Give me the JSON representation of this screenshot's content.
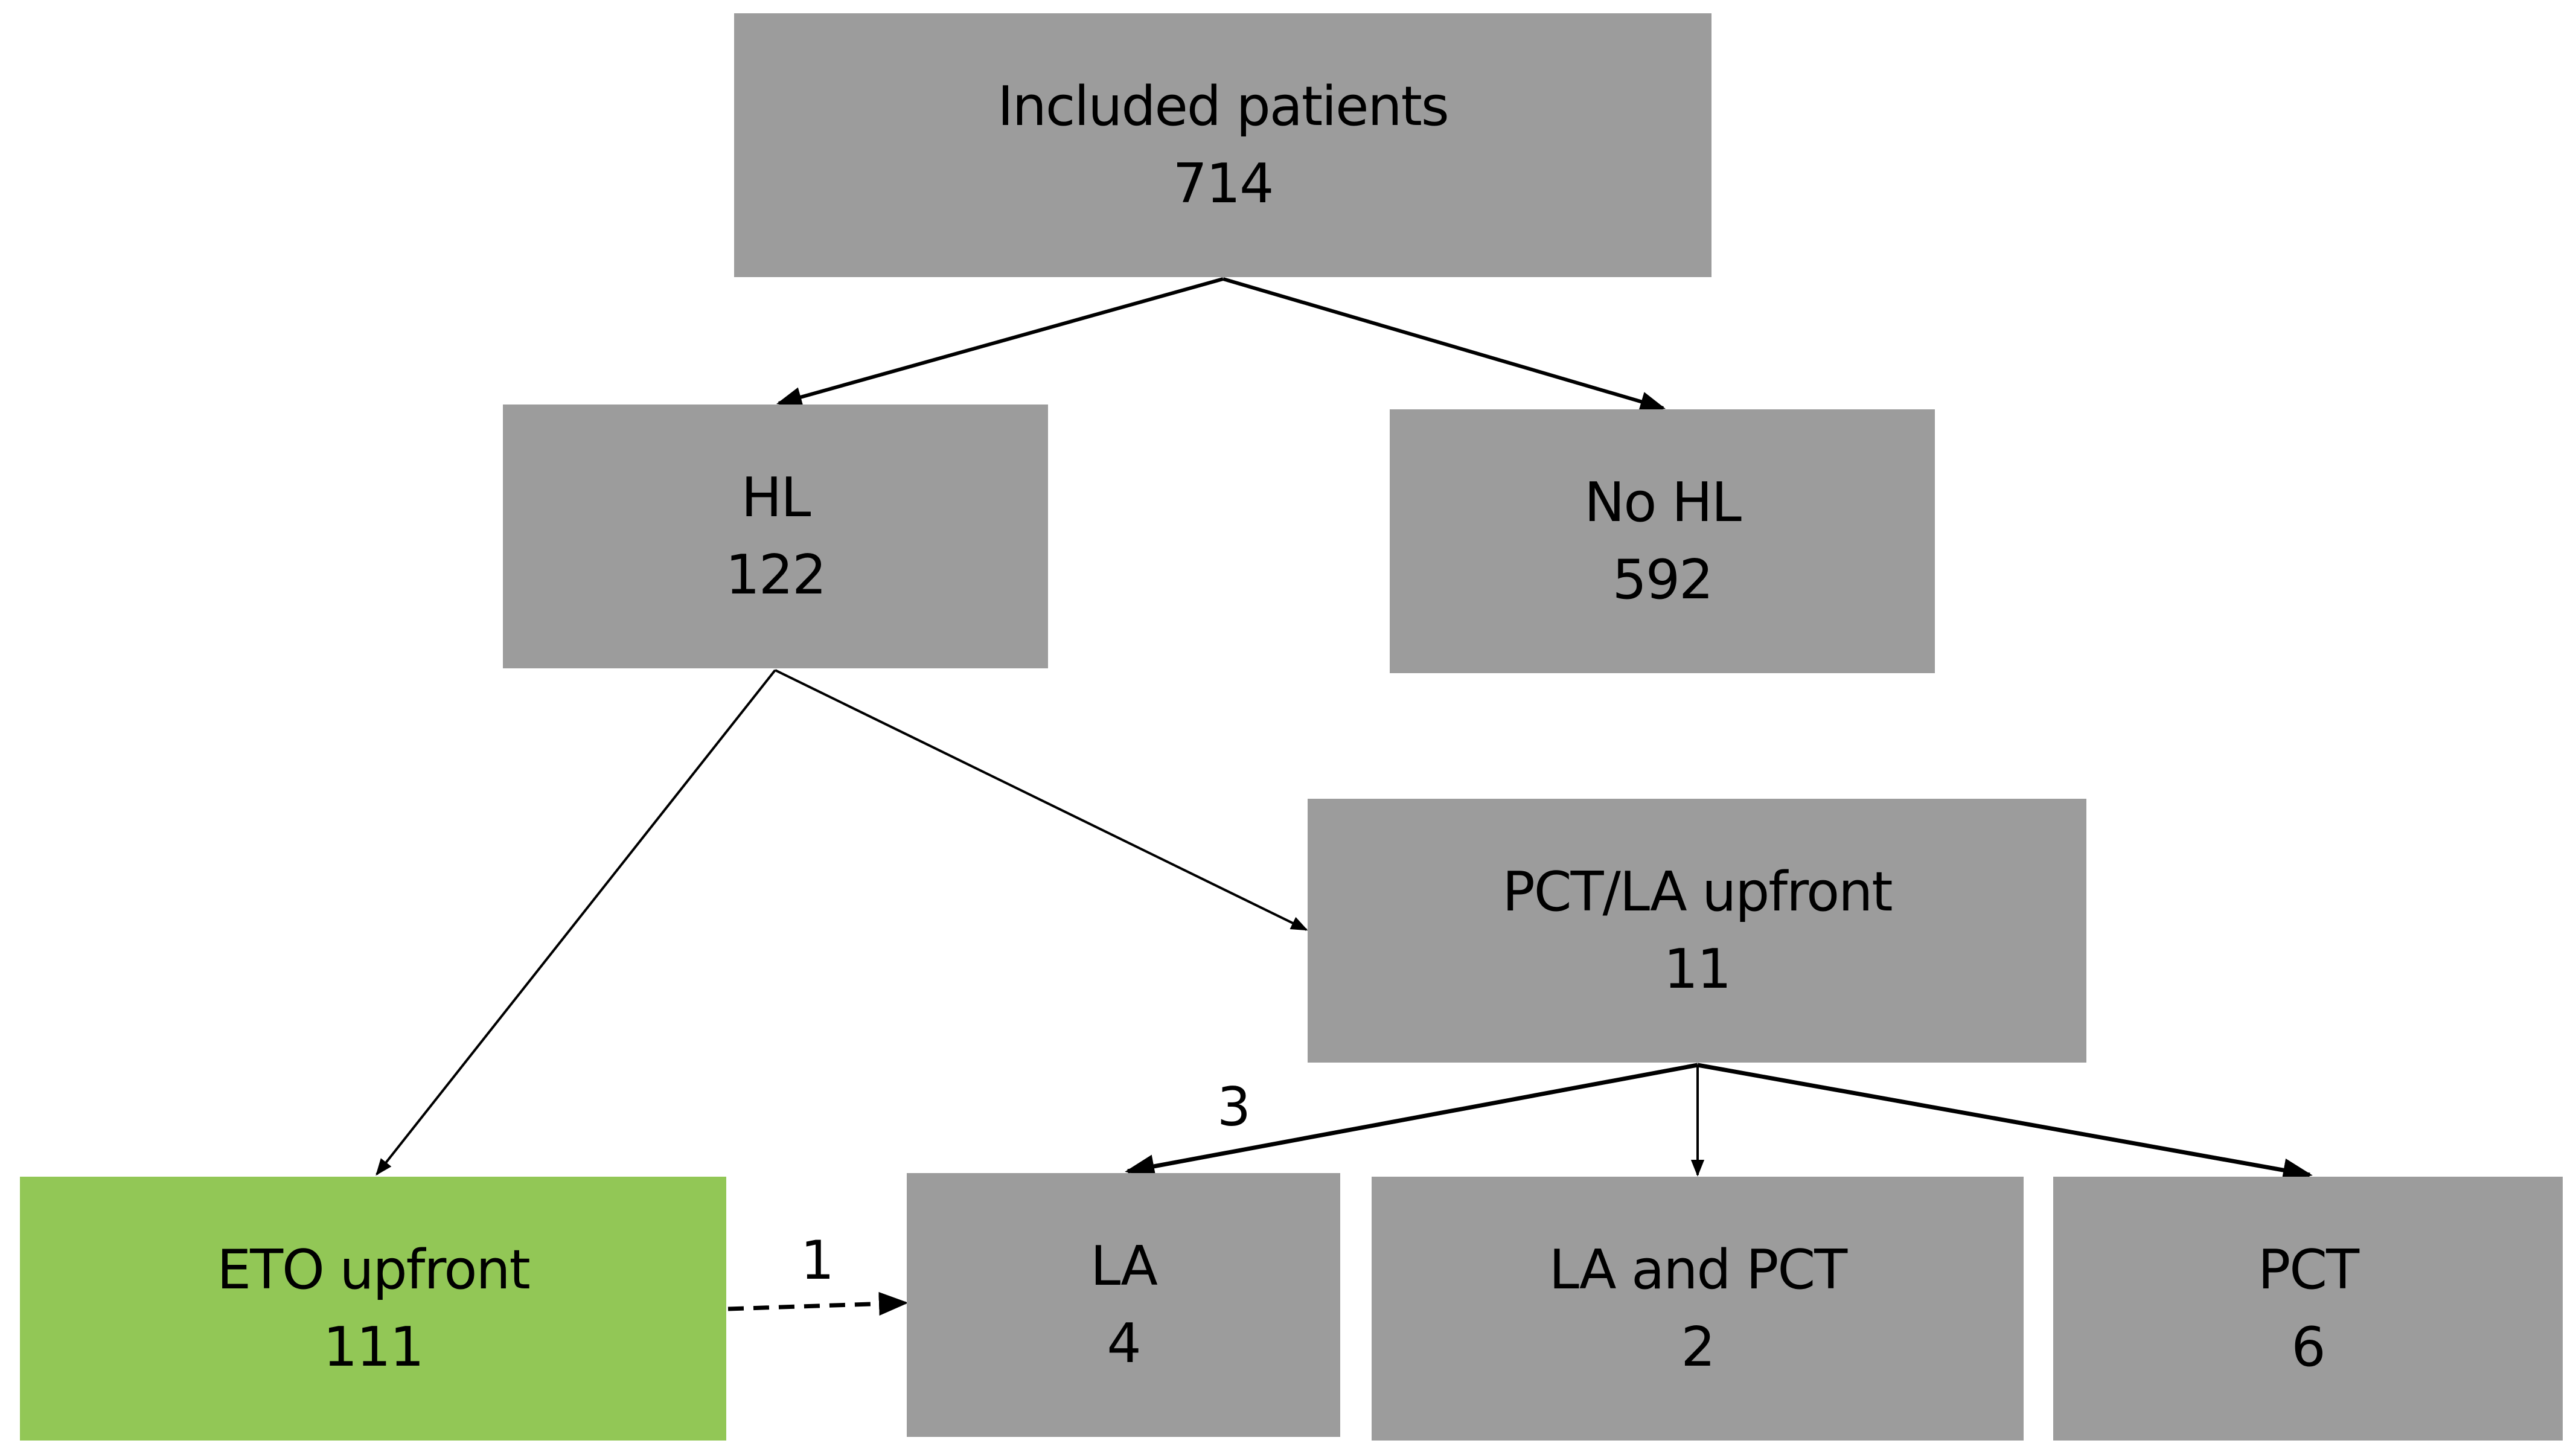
{
  "title": "Patient flow diagram",
  "colors": {
    "node_default": "#9c9c9c",
    "node_highlight": "#92c756",
    "edge": "#000000"
  },
  "nodes": {
    "included": {
      "label": "Included patients",
      "count": "714"
    },
    "hl": {
      "label": "HL",
      "count": "122"
    },
    "no_hl": {
      "label": "No HL",
      "count": "592"
    },
    "pct_la_upfront": {
      "label": "PCT/LA upfront",
      "count": "11"
    },
    "eto_upfront": {
      "label": "ETO upfront",
      "count": "111"
    },
    "la": {
      "label": "LA",
      "count": "4"
    },
    "la_and_pct": {
      "label": "LA and PCT",
      "count": "2"
    },
    "pct": {
      "label": "PCT",
      "count": "6"
    }
  },
  "edges": [
    {
      "from": "included",
      "to": "hl",
      "style": "solid",
      "label": ""
    },
    {
      "from": "included",
      "to": "no_hl",
      "style": "solid",
      "label": ""
    },
    {
      "from": "hl",
      "to": "eto_upfront",
      "style": "solid",
      "label": ""
    },
    {
      "from": "hl",
      "to": "pct_la_upfront",
      "style": "solid",
      "label": ""
    },
    {
      "from": "pct_la_upfront",
      "to": "la",
      "style": "solid",
      "label": "3"
    },
    {
      "from": "pct_la_upfront",
      "to": "la_and_pct",
      "style": "solid",
      "label": ""
    },
    {
      "from": "pct_la_upfront",
      "to": "pct",
      "style": "solid",
      "label": ""
    },
    {
      "from": "eto_upfront",
      "to": "la",
      "style": "dashed",
      "label": "1"
    }
  ]
}
